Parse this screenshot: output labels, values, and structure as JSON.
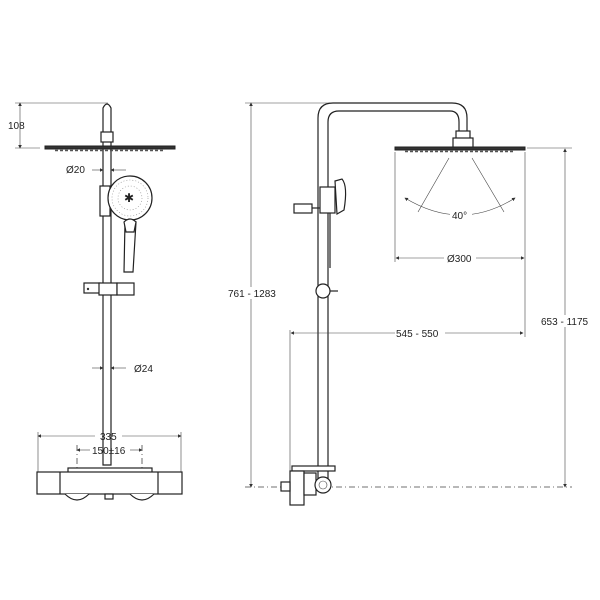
{
  "front_view": {
    "dim_head_height": "108",
    "dim_pipe_top": "Ø20",
    "dim_pipe_bottom": "Ø24",
    "dim_body_width": "335",
    "dim_inlet_spacing": "150±16"
  },
  "side_view": {
    "dim_total_height": "761 - 1283",
    "dim_spray_angle": "40°",
    "dim_head_diameter": "Ø300",
    "dim_projection": "545 - 550",
    "dim_head_height": "653 - 1175"
  }
}
